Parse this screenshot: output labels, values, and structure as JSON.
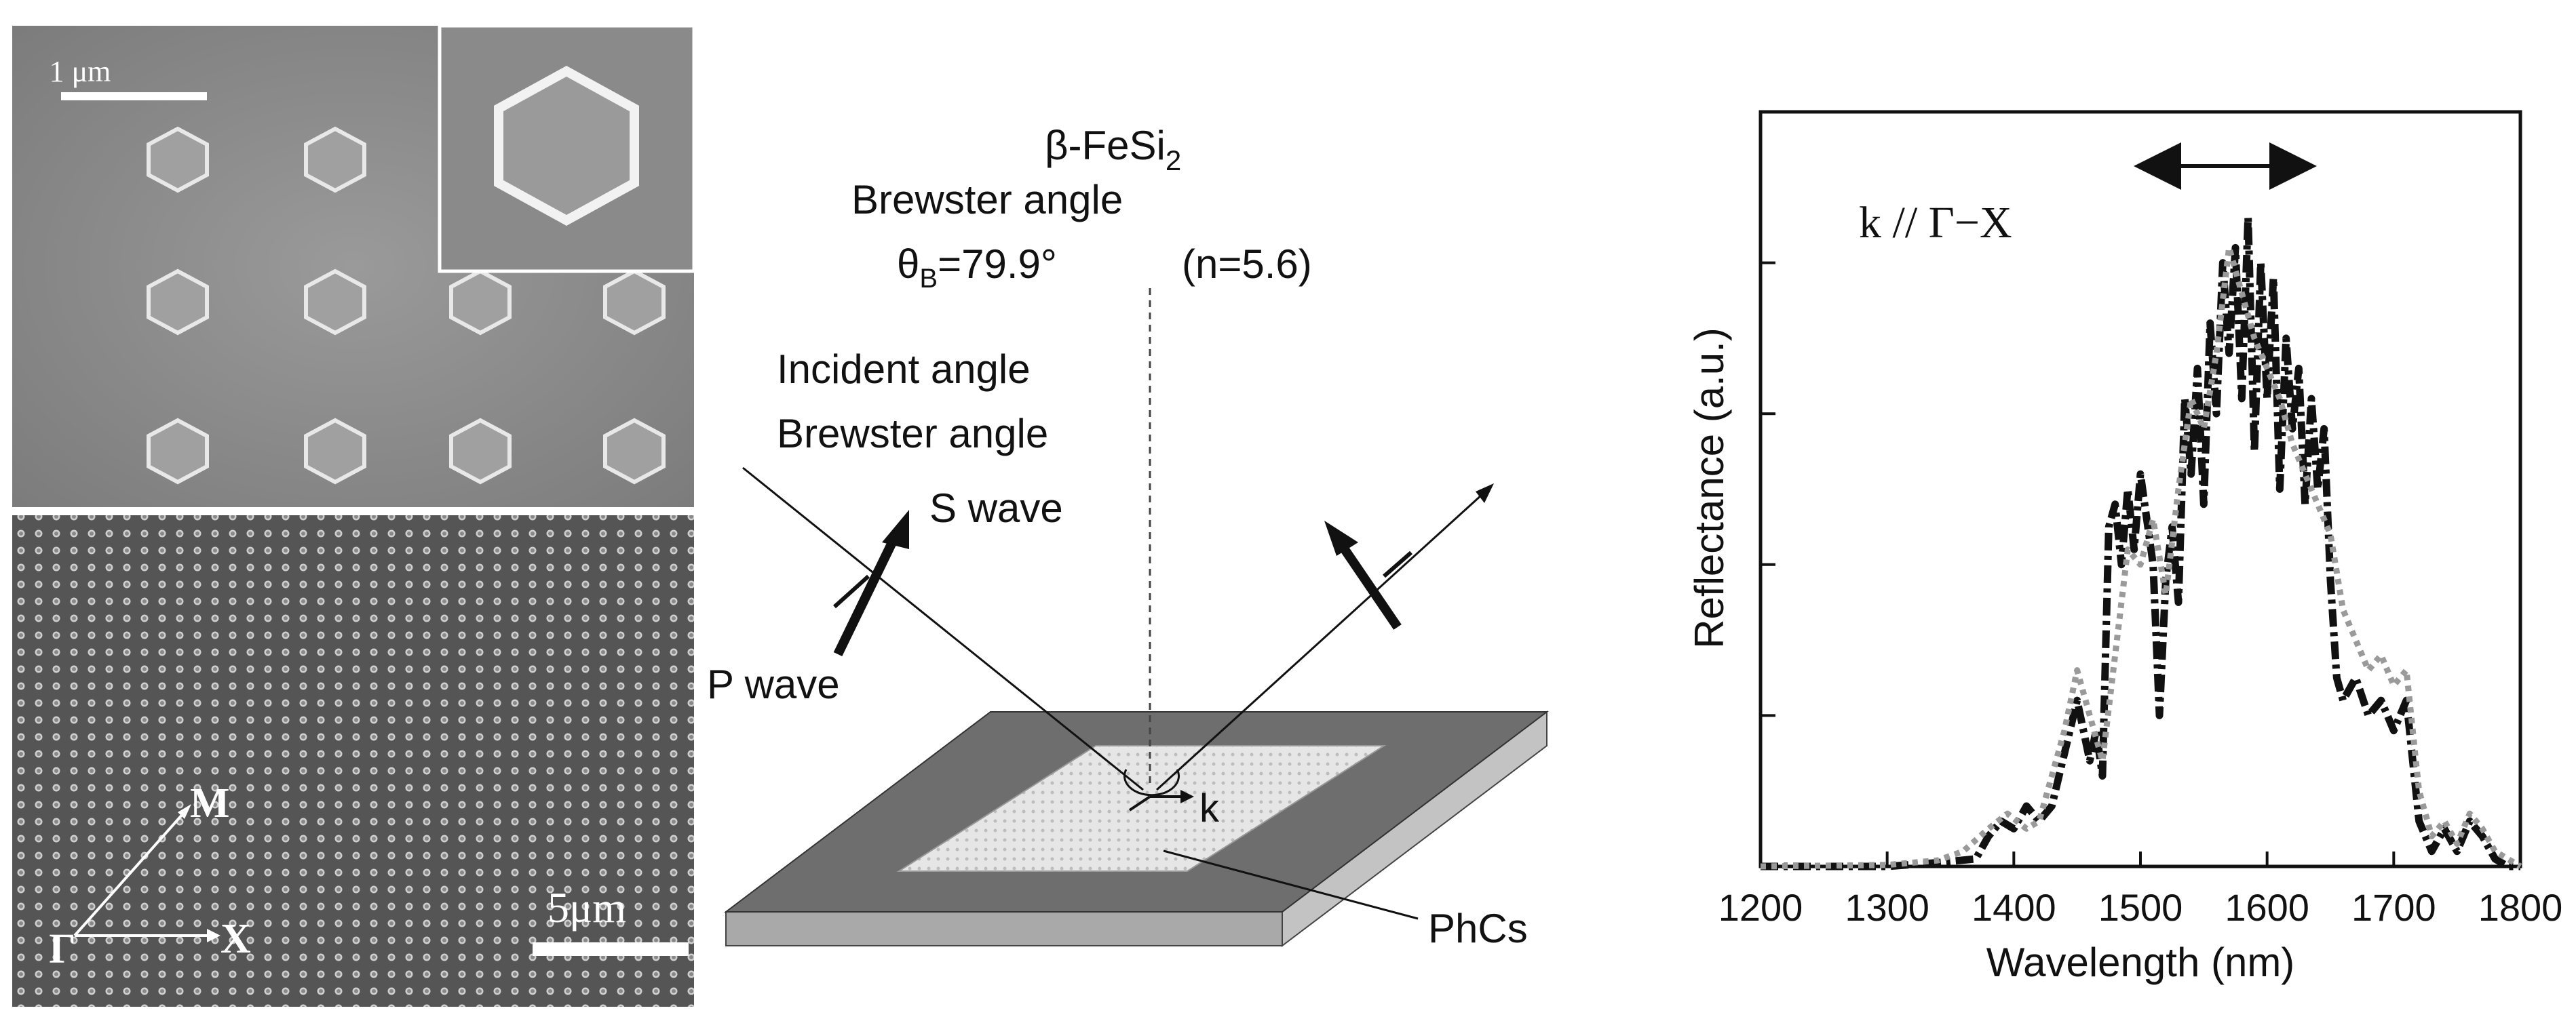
{
  "sem_panel": {
    "scale_top": "1 μm",
    "scale_bottom": "5μm",
    "gamma": "Γ",
    "m_label": "M",
    "x_label": "X"
  },
  "schematic": {
    "material": "β-FeSi",
    "material_sub": "2",
    "brewster_title": "Brewster angle",
    "theta_symbol": "θ",
    "theta_sub": "B",
    "theta_value": "=79.9°",
    "refractive_index": "(n=5.6)",
    "incident_angle": "Incident angle",
    "brewster_angle": "Brewster angle",
    "s_wave": "S wave",
    "p_wave": "P wave",
    "k_label": "k",
    "phcs_label": "PhCs"
  },
  "chart_data": {
    "type": "line",
    "xlabel": "Wavelength (nm)",
    "ylabel": "Reflectance (a.u.)",
    "annotation": "k // Γ−X",
    "xlim": [
      1200,
      1800
    ],
    "ylim": [
      0,
      1
    ],
    "xticks": [
      1200,
      1300,
      1400,
      1500,
      1600,
      1700,
      1800
    ],
    "yticks": [
      0.2,
      0.4,
      0.6,
      0.8
    ],
    "series": [
      {
        "style": "dashed-black",
        "x": [
          1200,
          1250,
          1300,
          1340,
          1370,
          1380,
          1390,
          1400,
          1410,
          1420,
          1430,
          1440,
          1450,
          1460,
          1465,
          1470,
          1475,
          1480,
          1485,
          1490,
          1495,
          1500,
          1505,
          1510,
          1515,
          1520,
          1525,
          1530,
          1535,
          1540,
          1545,
          1550,
          1555,
          1560,
          1565,
          1570,
          1575,
          1580,
          1585,
          1590,
          1595,
          1600,
          1605,
          1610,
          1615,
          1620,
          1625,
          1630,
          1635,
          1640,
          1645,
          1650,
          1655,
          1660,
          1670,
          1680,
          1690,
          1700,
          1710,
          1720,
          1730,
          1740,
          1750,
          1760,
          1770,
          1780,
          1790,
          1800
        ],
        "y": [
          0.0,
          0.0,
          0.0,
          0.005,
          0.01,
          0.04,
          0.06,
          0.05,
          0.08,
          0.06,
          0.08,
          0.15,
          0.22,
          0.14,
          0.18,
          0.12,
          0.45,
          0.48,
          0.4,
          0.5,
          0.42,
          0.52,
          0.46,
          0.4,
          0.2,
          0.38,
          0.45,
          0.35,
          0.62,
          0.52,
          0.66,
          0.48,
          0.72,
          0.6,
          0.8,
          0.68,
          0.82,
          0.62,
          0.86,
          0.55,
          0.8,
          0.62,
          0.78,
          0.5,
          0.7,
          0.58,
          0.66,
          0.48,
          0.62,
          0.5,
          0.58,
          0.38,
          0.25,
          0.22,
          0.25,
          0.2,
          0.22,
          0.18,
          0.22,
          0.06,
          0.02,
          0.05,
          0.02,
          0.06,
          0.04,
          0.01,
          0.0,
          0.0
        ]
      },
      {
        "style": "dotted-grey",
        "x": [
          1200,
          1300,
          1340,
          1360,
          1380,
          1395,
          1410,
          1420,
          1430,
          1440,
          1450,
          1460,
          1470,
          1480,
          1490,
          1500,
          1510,
          1520,
          1530,
          1540,
          1550,
          1560,
          1570,
          1580,
          1590,
          1600,
          1610,
          1620,
          1630,
          1640,
          1650,
          1660,
          1670,
          1680,
          1690,
          1700,
          1710,
          1720,
          1730,
          1740,
          1750,
          1760,
          1770,
          1780,
          1790,
          1800
        ],
        "y": [
          0.0,
          0.002,
          0.008,
          0.02,
          0.05,
          0.07,
          0.05,
          0.06,
          0.12,
          0.18,
          0.26,
          0.2,
          0.14,
          0.28,
          0.42,
          0.4,
          0.46,
          0.36,
          0.5,
          0.62,
          0.58,
          0.68,
          0.82,
          0.76,
          0.7,
          0.66,
          0.62,
          0.56,
          0.52,
          0.48,
          0.44,
          0.34,
          0.3,
          0.26,
          0.28,
          0.24,
          0.26,
          0.1,
          0.04,
          0.06,
          0.03,
          0.07,
          0.05,
          0.02,
          0.01,
          0.0
        ]
      }
    ]
  }
}
